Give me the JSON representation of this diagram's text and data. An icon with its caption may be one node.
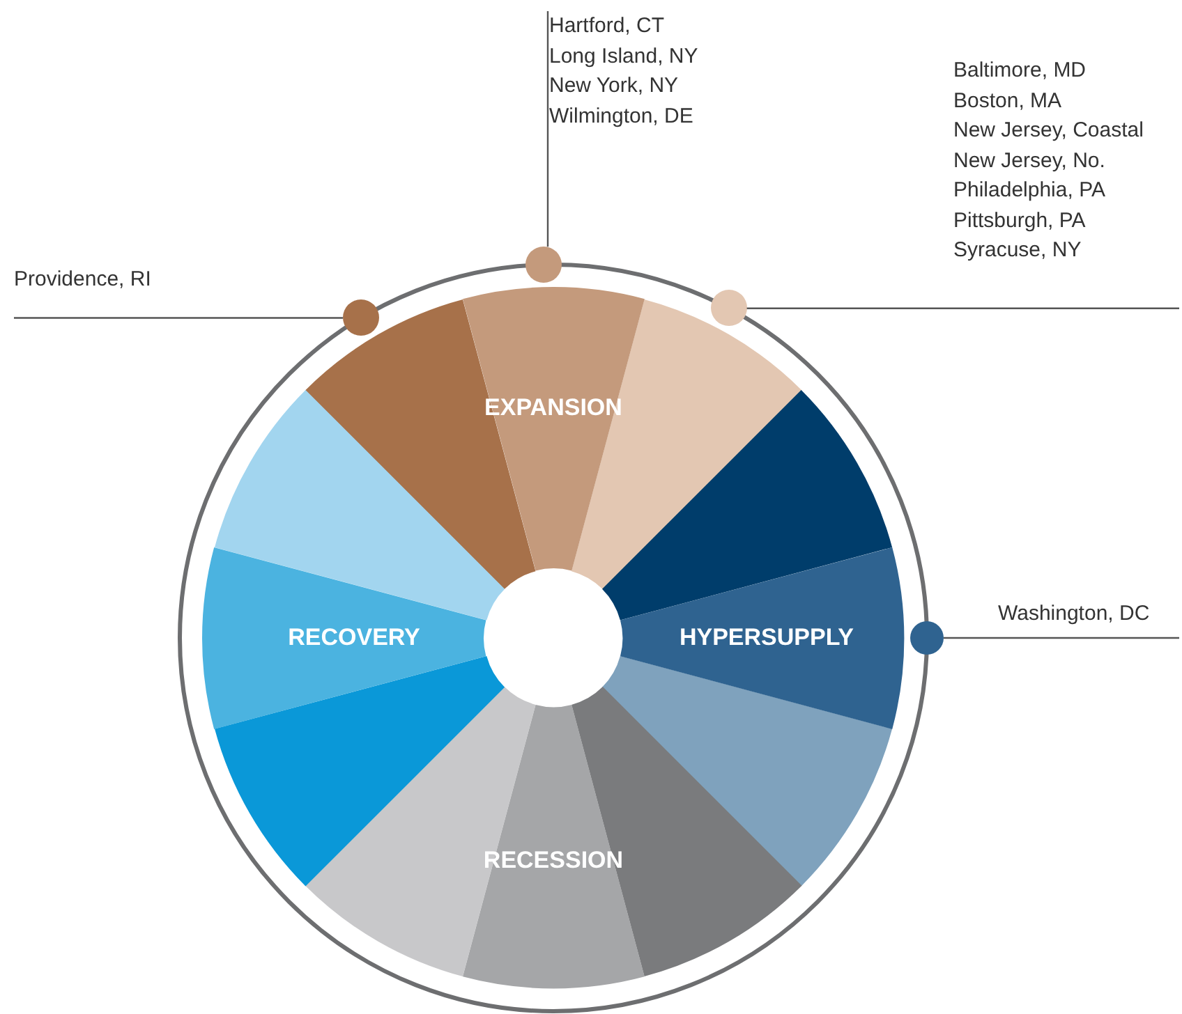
{
  "diagram": {
    "nodes": [
      {
        "text": [
          "Hartford, CT",
          "Long Island, NY",
          "New York, NY",
          "Wilmington, DE"
        ]
      },
      {
        "text": [
          "Baltimore, MD",
          "Boston, MA",
          "New Jersey, Coastal",
          "New Jersey, No.",
          "Philadelphia, PA",
          "Pittsburgh, PA",
          "Syracuse, NY"
        ]
      },
      {
        "text": [
          "Providence, RI"
        ]
      },
      {
        "text": [],
        "shape": "circle"
      },
      {
        "text": [],
        "shape": "circle"
      },
      {
        "text": [],
        "shape": "circle"
      },
      {
        "text": [
          "Washington, DC"
        ]
      },
      {
        "text": [],
        "shape": "circle"
      },
      {
        "text": [],
        "shape": "wedge"
      },
      {
        "text": [
          "EXPANSION"
        ]
      },
      {
        "text": [],
        "shape": "wedge"
      },
      {
        "text": [],
        "shape": "wedge"
      },
      {
        "text": [
          "HYPERSUPPLY"
        ]
      },
      {
        "text": [],
        "shape": "wedge"
      },
      {
        "text": [],
        "shape": "wedge"
      },
      {
        "text": [
          "RECESSION"
        ]
      },
      {
        "text": [],
        "shape": "wedge"
      },
      {
        "text": [],
        "shape": "wedge"
      },
      {
        "text": [
          "RECOVERY"
        ]
      },
      {
        "text": [],
        "shape": "wedge"
      }
    ],
    "edges": [
      {
        "from": 0,
        "to": 3,
        "arrow": "none"
      },
      {
        "from": 1,
        "to": 5,
        "arrow": "none"
      },
      {
        "from": 2,
        "to": 4,
        "arrow": "none"
      },
      {
        "from": 6,
        "to": 7,
        "arrow": "none"
      }
    ]
  }
}
